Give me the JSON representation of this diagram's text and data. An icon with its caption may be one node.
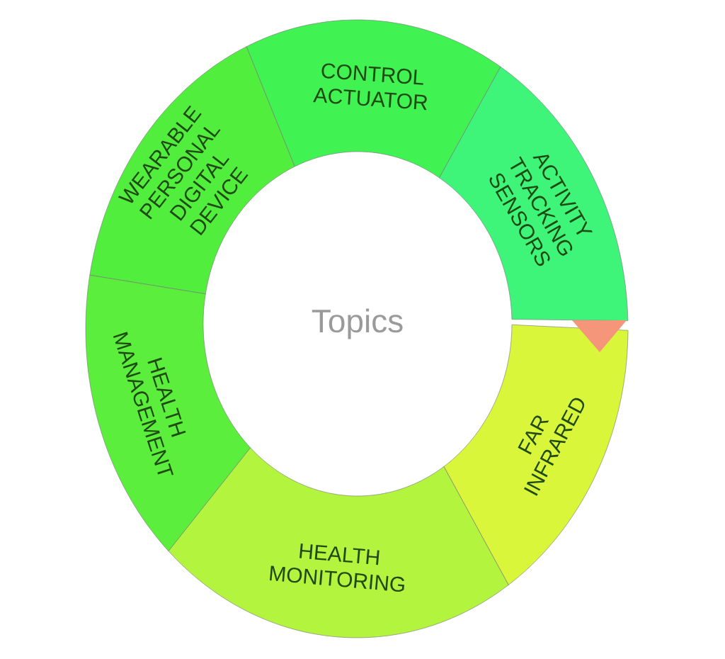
{
  "diagram": {
    "nodes": [
      {
        "text": [
          "WEARABLE PERSONAL DIGITAL DEVICE"
        ]
      },
      {
        "text": [
          "CONTROL ACTUATOR"
        ]
      },
      {
        "text": [
          "ACTIVITY TRACKING SENSORS"
        ]
      },
      {
        "text": [
          "FAR INFRARED"
        ]
      },
      {
        "text": [
          "HEALTH MONITORING"
        ]
      },
      {
        "text": [
          "HEALTH MANAGEMENT"
        ]
      },
      {
        "text": [],
        "shape": "triangle"
      }
    ],
    "labels": [
      "Topics"
    ]
  }
}
